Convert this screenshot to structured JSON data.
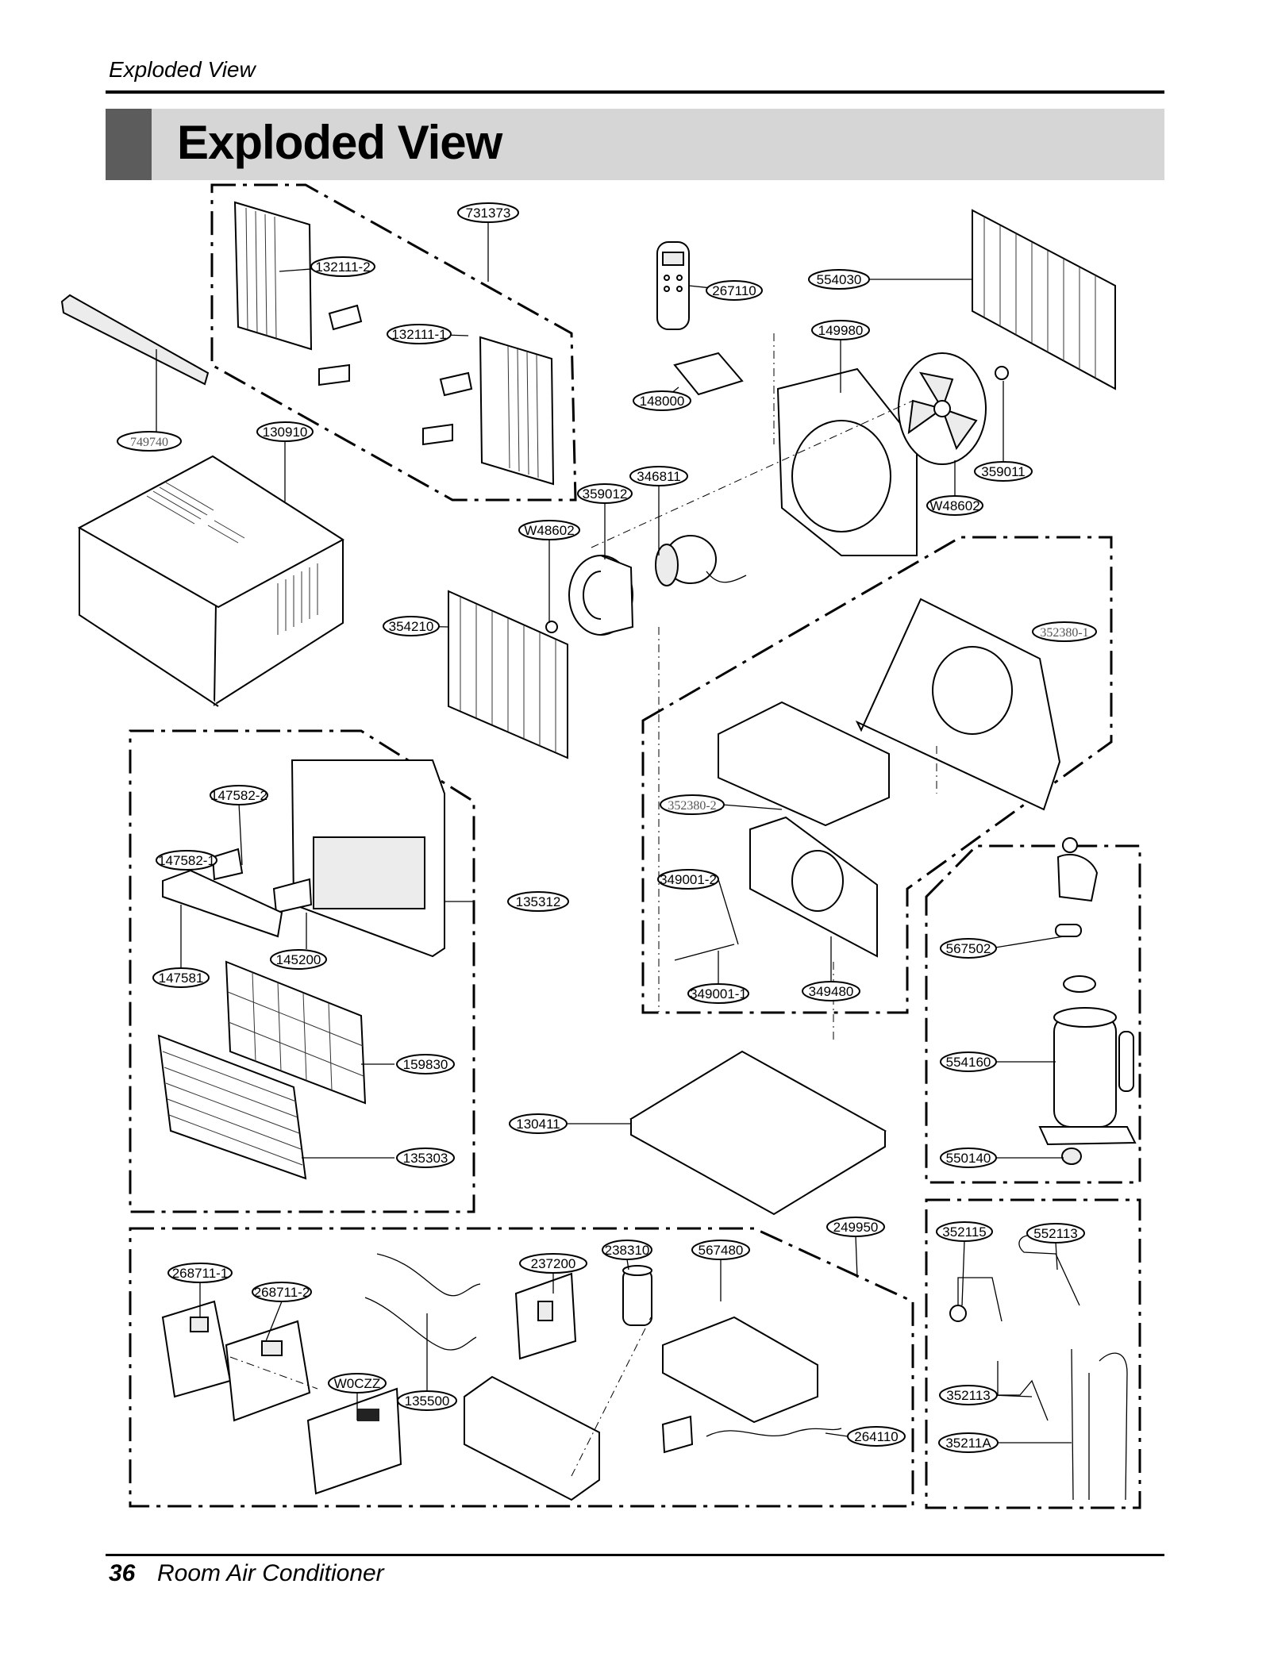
{
  "header": {
    "section": "Exploded View",
    "title": "Exploded View"
  },
  "footer": {
    "page_number": "36",
    "product": "Room Air Conditioner"
  },
  "parts": [
    "731373",
    "132111-2",
    "132111-1",
    "749740",
    "130910",
    "267110",
    "554030",
    "149980",
    "148000",
    "346811",
    "359012",
    "W48602",
    "359011",
    "W48602",
    "354210",
    "352380-1",
    "147582-2",
    "147582-1",
    "135312",
    "145200",
    "147581",
    "159830",
    "135303",
    "352380-2",
    "349001-2",
    "349001-1",
    "349480",
    "567502",
    "554160",
    "550140",
    "130411",
    "249950",
    "352115",
    "552113",
    "268711-1",
    "268711-2",
    "W0CZZ",
    "135500",
    "237200",
    "238310",
    "567480",
    "264110",
    "352113",
    "35211A"
  ]
}
